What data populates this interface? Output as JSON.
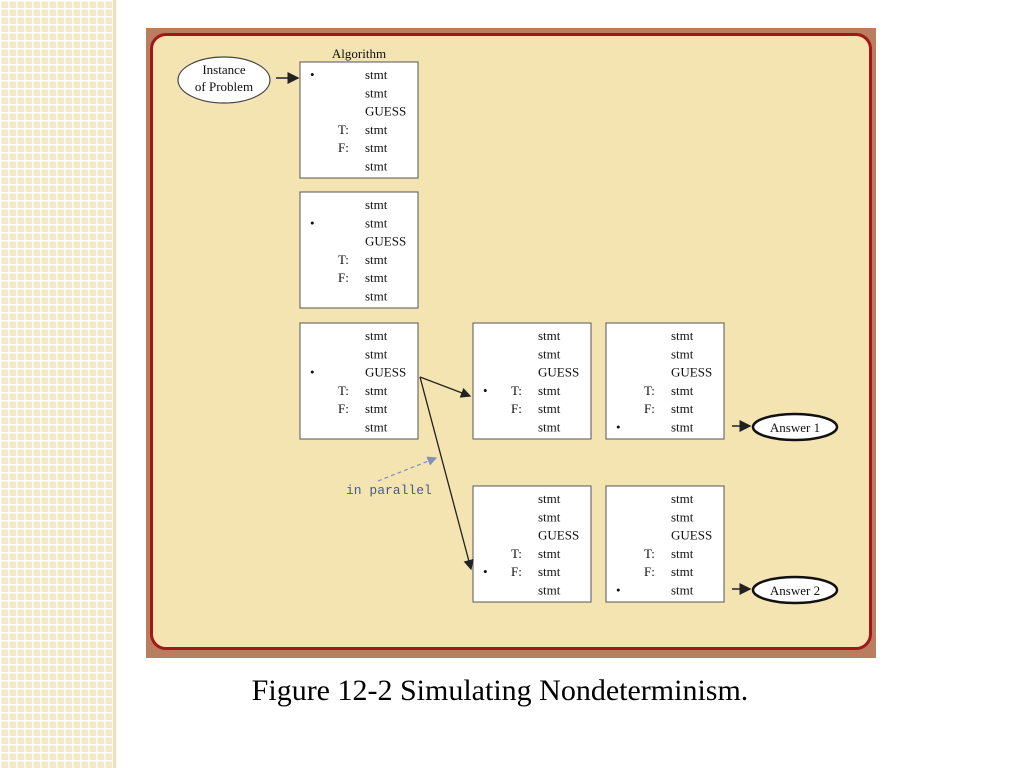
{
  "figure": {
    "algorithm_label": "Algorithm",
    "instance_label_line1": "Instance",
    "instance_label_line2": "of Problem",
    "parallel_label": "in parallel",
    "answer1_label": "Answer 1",
    "answer2_label": "Answer 2",
    "marker_symbol": "•",
    "program_lines": [
      {
        "prefix": "",
        "text": "stmt"
      },
      {
        "prefix": "",
        "text": "stmt"
      },
      {
        "prefix": "",
        "text": "GUESS"
      },
      {
        "prefix": "T:",
        "text": "stmt"
      },
      {
        "prefix": "F:",
        "text": "stmt"
      },
      {
        "prefix": "",
        "text": "stmt"
      }
    ],
    "boxes": [
      {
        "name": "algorithm-box-1",
        "marker_line": 1
      },
      {
        "name": "algorithm-box-2",
        "marker_line": 2
      },
      {
        "name": "algorithm-box-3",
        "marker_line": 3
      },
      {
        "name": "branch-true-box-1",
        "marker_line": 4
      },
      {
        "name": "branch-true-box-2",
        "marker_line": 6
      },
      {
        "name": "branch-false-box-1",
        "marker_line": 5
      },
      {
        "name": "branch-false-box-2",
        "marker_line": 6
      }
    ]
  },
  "caption": "Figure 12-2  Simulating Nondeterminism."
}
